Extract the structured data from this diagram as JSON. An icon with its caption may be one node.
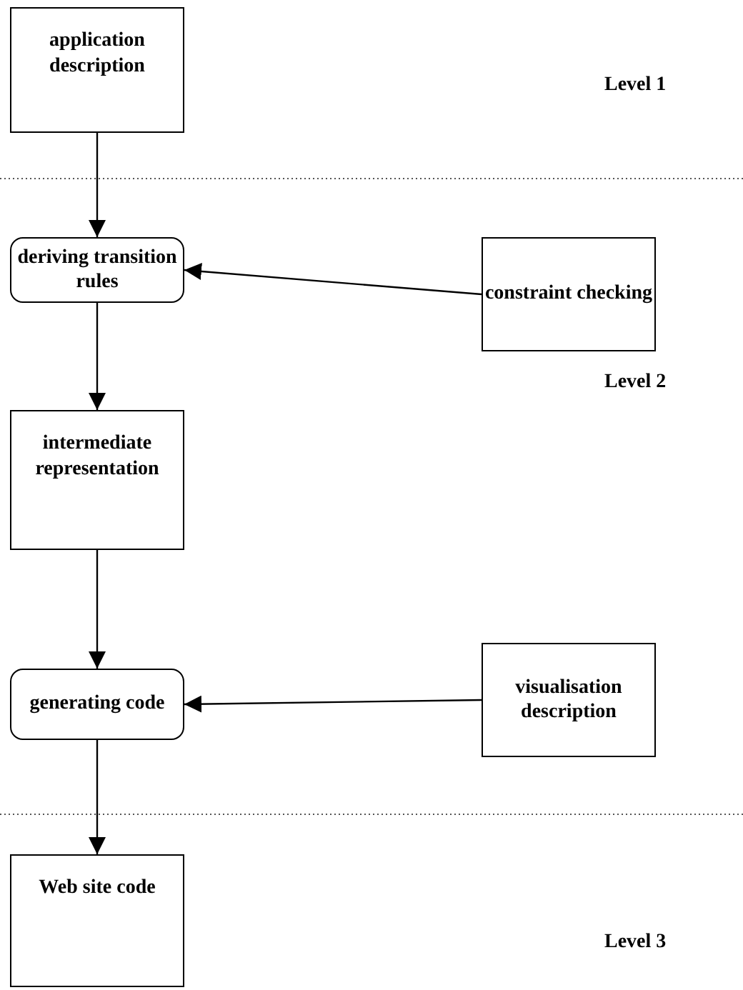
{
  "diagram": {
    "nodes": [
      {
        "text": [
          "application description"
        ]
      },
      {
        "text": [
          "deriving transition rules"
        ]
      },
      {
        "text": [
          "constraint checking"
        ]
      },
      {
        "text": [
          "intermediate representation"
        ]
      },
      {
        "text": [
          "generating code"
        ]
      },
      {
        "text": [
          "visualisation description"
        ]
      },
      {
        "text": [
          "Web site code"
        ]
      }
    ],
    "edges": [
      {
        "from": 0,
        "to": 1,
        "arrow": "to"
      },
      {
        "from": 2,
        "to": 1,
        "arrow": "to"
      },
      {
        "from": 1,
        "to": 3,
        "arrow": "to"
      },
      {
        "from": 3,
        "to": 4,
        "arrow": "to"
      },
      {
        "from": 5,
        "to": 4,
        "arrow": "to"
      },
      {
        "from": 4,
        "to": 6,
        "arrow": "to"
      }
    ],
    "labels": [
      "Level 1",
      "Level 2",
      "Level 3"
    ]
  }
}
